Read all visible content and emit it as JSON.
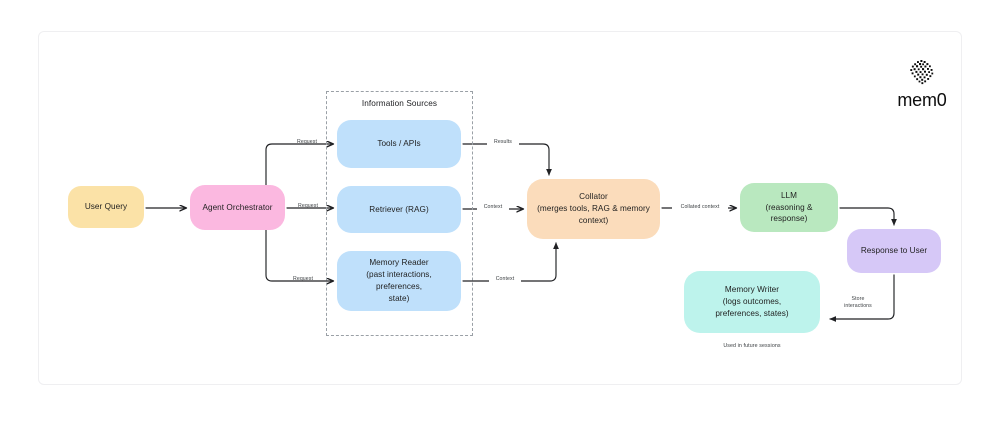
{
  "diagram": {
    "brand": {
      "name": "mem0",
      "mark": "dotted-circle-logo"
    },
    "group": {
      "title": "Information Sources"
    },
    "nodes": [
      {
        "id": "user-query",
        "label": "User Query",
        "color": "#fbe2a7"
      },
      {
        "id": "orchestrator",
        "label": "Agent Orchestrator",
        "color": "#fbb8e0"
      },
      {
        "id": "tools",
        "label": "Tools / APIs",
        "color": "#bfe0fb"
      },
      {
        "id": "retriever",
        "label": "Retriever (RAG)",
        "color": "#bfe0fb"
      },
      {
        "id": "memory-reader",
        "label": "Memory Reader\n(past interactions, preferences,\nstate)",
        "color": "#bfe0fb"
      },
      {
        "id": "collator",
        "label": "Collator\n(merges tools, RAG & memory\ncontext)",
        "color": "#fbdcbb"
      },
      {
        "id": "llm",
        "label": "LLM\n(reasoning & response)",
        "color": "#b9e8bf"
      },
      {
        "id": "response",
        "label": "Response to User",
        "color": "#d6c8f7"
      },
      {
        "id": "memory-writer",
        "label": "Memory Writer\n(logs outcomes,\npreferences, states)",
        "color": "#bdf3ec"
      }
    ],
    "edges": [
      {
        "id": "request-tools",
        "label": "Request"
      },
      {
        "id": "request-retriever",
        "label": "Request"
      },
      {
        "id": "request-memory",
        "label": "Request"
      },
      {
        "id": "results",
        "label": "Results"
      },
      {
        "id": "context-retriever",
        "label": "Context"
      },
      {
        "id": "context-memory",
        "label": "Context"
      },
      {
        "id": "collated-context",
        "label": "Collated context"
      },
      {
        "id": "store-interactions",
        "label": "Store\ninteractions"
      }
    ],
    "footnote": "Used in future sessions"
  }
}
